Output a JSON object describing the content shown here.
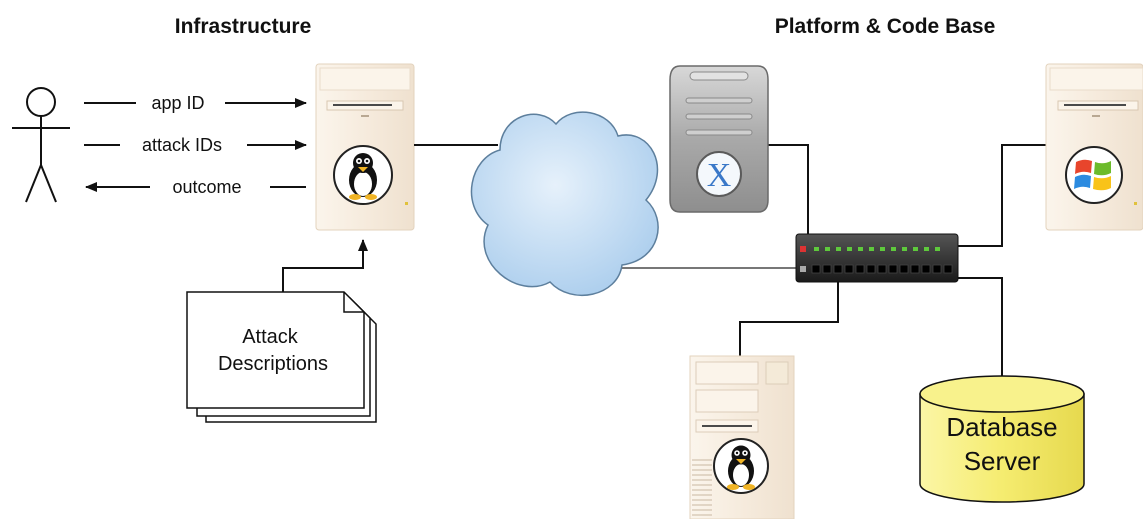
{
  "headings": {
    "infrastructure": "Infrastructure",
    "platform": "Platform & Code Base"
  },
  "arrows": {
    "app_id": "app ID",
    "attack_ids": "attack IDs",
    "outcome": "outcome"
  },
  "document": {
    "line1": "Attack",
    "line2": "Descriptions"
  },
  "database": {
    "line1": "Database",
    "line2": "Server"
  },
  "mac_server": {
    "logo_letter": "X"
  },
  "colors": {
    "cloud_fill": "#bcd9f2",
    "database_fill": "#f7f087",
    "tower_fill": "#f8efe4",
    "switch_led": "#5ec93c"
  },
  "icons": {
    "linux": "tux-penguin-icon",
    "mac": "mac-os-x-icon",
    "windows": "windows-flag-icon"
  }
}
